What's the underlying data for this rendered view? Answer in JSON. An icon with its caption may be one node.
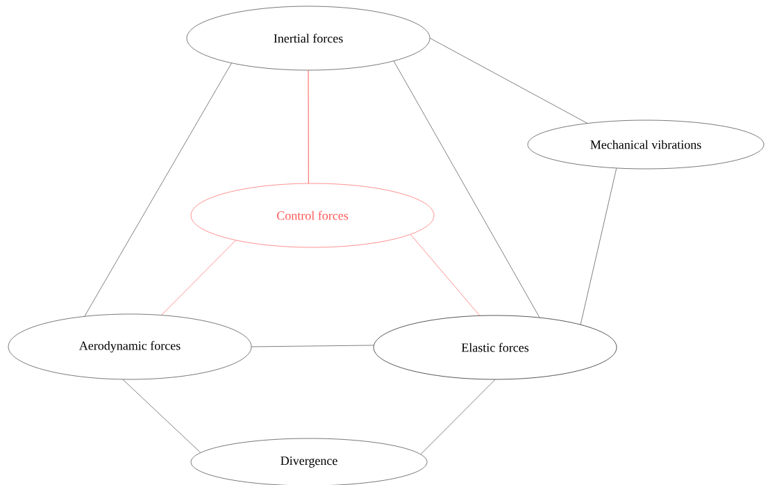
{
  "diagram": {
    "nodes": [
      {
        "text": [
          "Inertial forces"
        ]
      },
      {
        "text": [
          "Mechanical vibrations"
        ]
      },
      {
        "text": [
          "Control forces"
        ]
      },
      {
        "text": [
          "Aerodynamic forces"
        ]
      },
      {
        "text": [
          "Elastic forces"
        ]
      },
      {
        "text": [
          "Divergence"
        ]
      }
    ],
    "edges": [
      {
        "from": 0,
        "to": 3,
        "arrow": "none"
      },
      {
        "from": 0,
        "to": 4,
        "arrow": "none"
      },
      {
        "from": 0,
        "to": 1,
        "arrow": "none"
      },
      {
        "from": 0,
        "to": 2,
        "arrow": "none",
        "color": "#ff0000"
      },
      {
        "from": 2,
        "to": 3,
        "arrow": "none",
        "color": "#ff5a5a"
      },
      {
        "from": 2,
        "to": 4,
        "arrow": "none",
        "color": "#ff5a5a"
      },
      {
        "from": 3,
        "to": 4,
        "arrow": "none"
      },
      {
        "from": 1,
        "to": 4,
        "arrow": "none"
      },
      {
        "from": 3,
        "to": 5,
        "arrow": "none"
      },
      {
        "from": 4,
        "to": 5,
        "arrow": "none"
      }
    ]
  }
}
